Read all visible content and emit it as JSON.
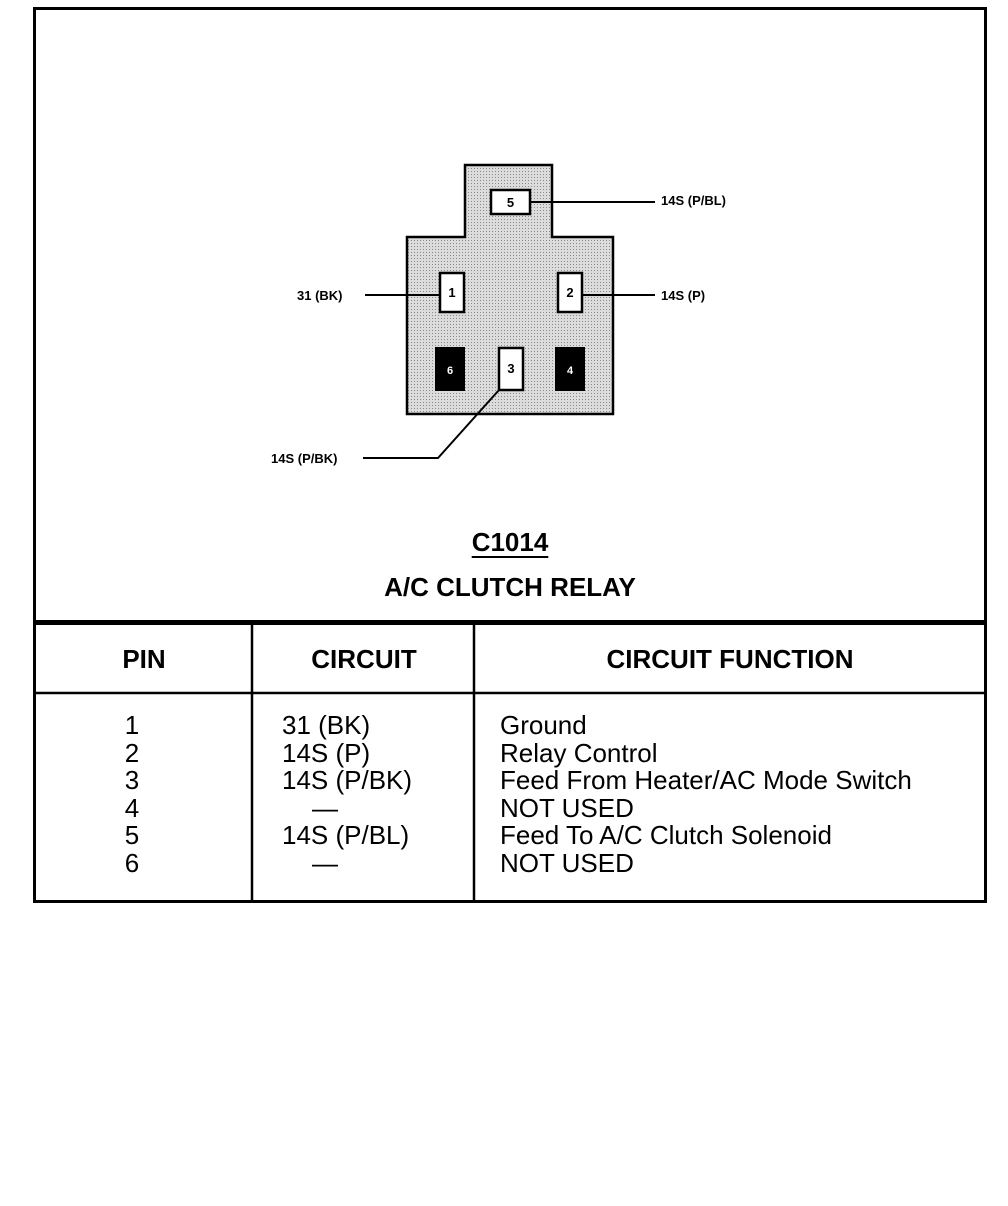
{
  "connector": {
    "id": "C1014",
    "name": "A/C CLUTCH RELAY",
    "pins": [
      {
        "number": "1",
        "wire_label": "31 (BK)",
        "used": true
      },
      {
        "number": "2",
        "wire_label": "14S (P)",
        "used": true
      },
      {
        "number": "3",
        "wire_label": "14S (P/BK)",
        "used": true
      },
      {
        "number": "4",
        "wire_label": "",
        "used": false
      },
      {
        "number": "5",
        "wire_label": "14S (P/BL)",
        "used": true
      },
      {
        "number": "6",
        "wire_label": "",
        "used": false
      }
    ]
  },
  "table": {
    "headers": [
      "PIN",
      "CIRCUIT",
      "CIRCUIT FUNCTION"
    ],
    "rows": [
      {
        "pin": "1",
        "circuit": "31 (BK)",
        "function": "Ground"
      },
      {
        "pin": "2",
        "circuit": "14S (P)",
        "function": "Relay Control"
      },
      {
        "pin": "3",
        "circuit": "14S (P/BK)",
        "function": "Feed From Heater/AC Mode Switch"
      },
      {
        "pin": "4",
        "circuit": "—",
        "function": "NOT USED"
      },
      {
        "pin": "5",
        "circuit": "14S (P/BL)",
        "function": "Feed To A/C Clutch Solenoid"
      },
      {
        "pin": "6",
        "circuit": "—",
        "function": "NOT USED"
      }
    ]
  },
  "colors": {
    "line": "#000000",
    "housing_fill": "#c8c8c8",
    "background": "#ffffff"
  }
}
